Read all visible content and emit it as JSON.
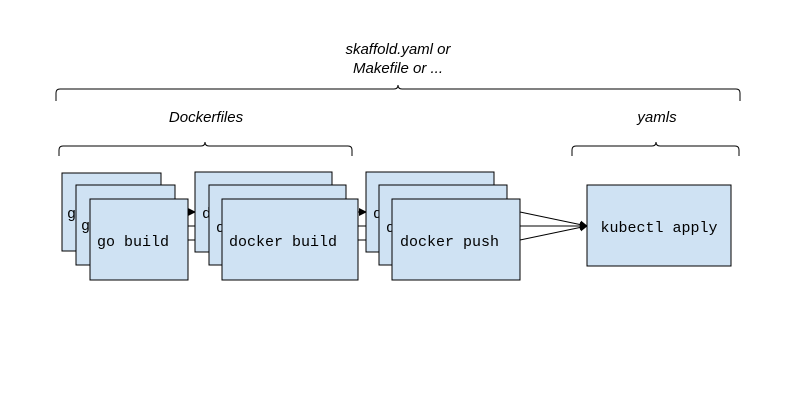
{
  "labels": {
    "top_line1": "skaffold.yaml or",
    "top_line2": "Makefile or ...",
    "dockerfiles": "Dockerfiles",
    "yamls": "yamls"
  },
  "stages": {
    "go_build": "go build",
    "docker_build": "docker build",
    "docker_push": "docker push",
    "kubectl_apply": "kubectl apply"
  },
  "colors": {
    "box_fill": "#cfe2f3",
    "stroke": "#000000"
  }
}
